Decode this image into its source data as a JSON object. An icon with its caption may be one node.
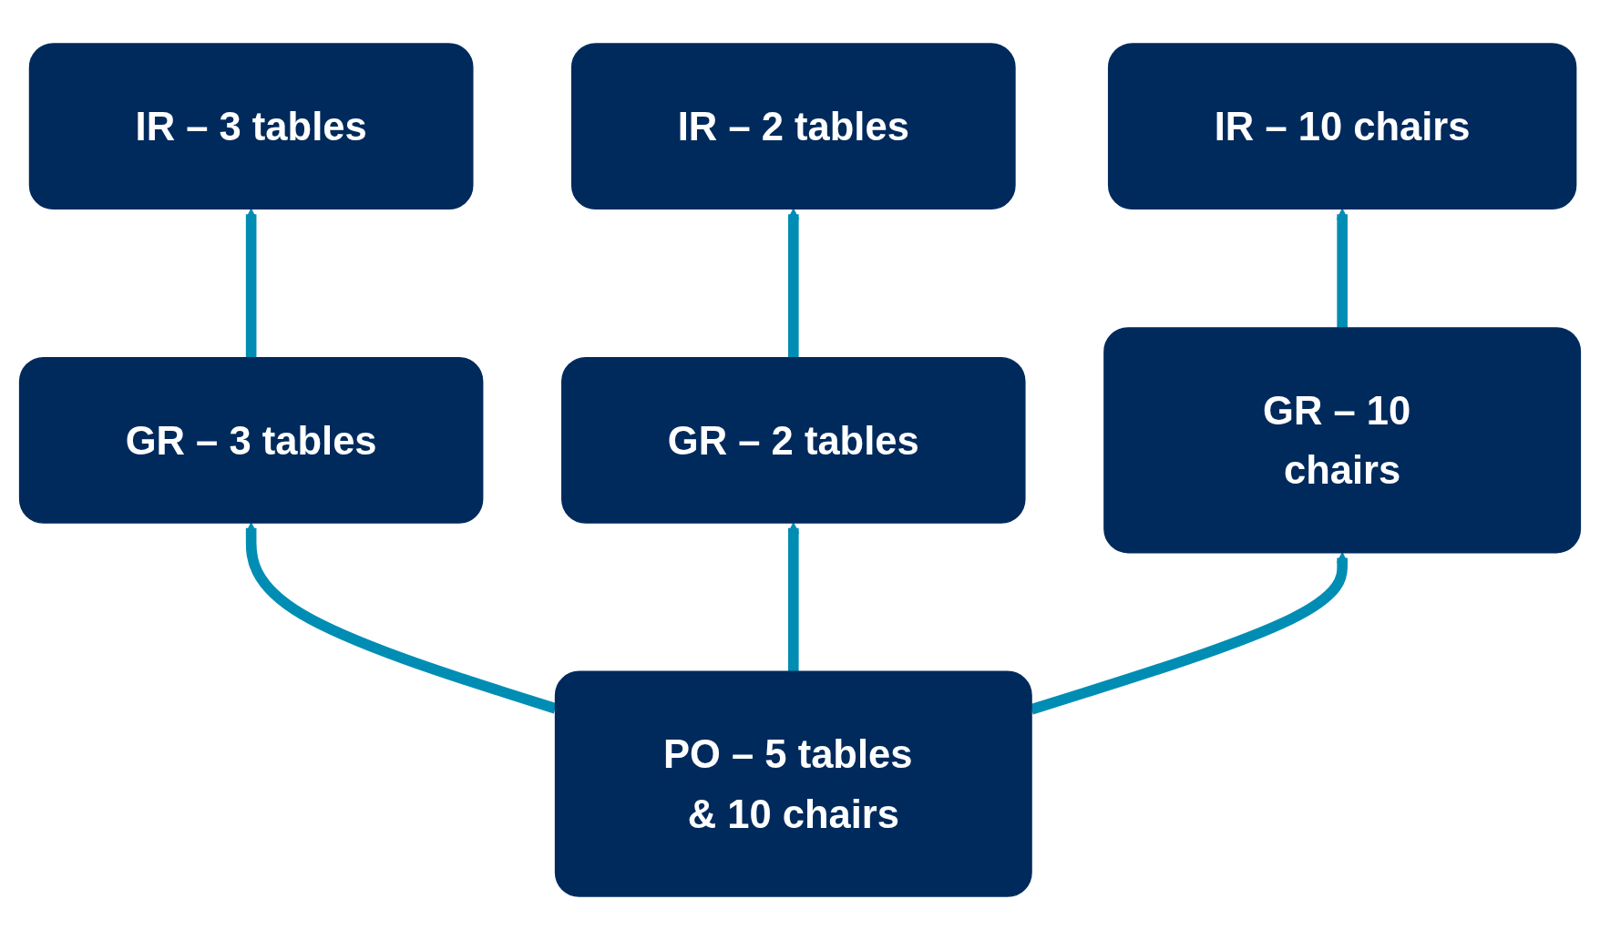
{
  "diagram": {
    "nodes": [
      {
        "text": [
          "IR – 3 tables"
        ]
      },
      {
        "text": [
          "IR – 2 tables"
        ]
      },
      {
        "text": [
          "IR – 10 chairs"
        ]
      },
      {
        "text": [
          "GR – 3 tables"
        ]
      },
      {
        "text": [
          "GR – 2 tables"
        ]
      },
      {
        "text": [
          "GR – 10 chairs"
        ]
      },
      {
        "text": [
          "PO – 5 tables & 10 chairs"
        ]
      }
    ],
    "edges": [
      {
        "from": 6,
        "to": 3,
        "arrow": "to"
      },
      {
        "from": 6,
        "to": 4,
        "arrow": "to"
      },
      {
        "from": 6,
        "to": 5,
        "arrow": "to"
      },
      {
        "from": 3,
        "to": 0,
        "arrow": "to"
      },
      {
        "from": 4,
        "to": 1,
        "arrow": "to"
      },
      {
        "from": 5,
        "to": 2,
        "arrow": "to"
      }
    ]
  }
}
